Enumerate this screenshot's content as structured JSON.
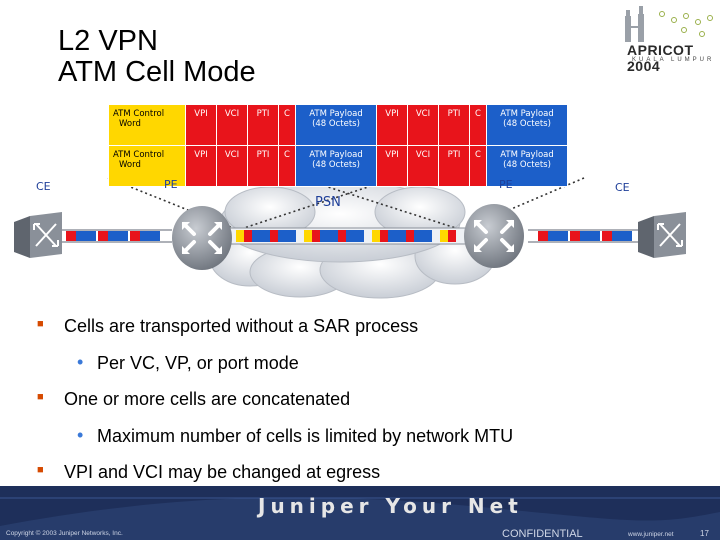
{
  "slide": {
    "title_line1": "L2 VPN",
    "title_line2": "ATM Cell Mode"
  },
  "logo": {
    "name": "APRICOT 2004",
    "sub": "KUALA LUMPUR"
  },
  "cell_rows": [
    {
      "control_word": [
        "ATM Control",
        "Word"
      ],
      "cells": [
        {
          "vpi": "VPI",
          "vci": "VCI",
          "pti": "PTI",
          "c": "C",
          "payload": [
            "ATM Payload",
            "(48 Octets)"
          ]
        },
        {
          "vpi": "VPI",
          "vci": "VCI",
          "pti": "PTI",
          "c": "C",
          "payload": [
            "ATM Payload",
            "(48 Octets)"
          ]
        }
      ]
    },
    {
      "control_word": [
        "ATM Control",
        "Word"
      ],
      "cells": [
        {
          "vpi": "VPI",
          "vci": "VCI",
          "pti": "PTI",
          "c": "C",
          "payload": [
            "ATM Payload",
            "(48 Octets)"
          ]
        },
        {
          "vpi": "VPI",
          "vci": "VCI",
          "pti": "PTI",
          "c": "C",
          "payload": [
            "ATM Payload",
            "(48 Octets)"
          ]
        }
      ]
    }
  ],
  "diagram": {
    "ce_left": "CE",
    "pe_left": "PE",
    "psn": "PSN",
    "pe_right": "PE",
    "ce_right": "CE"
  },
  "bullets": [
    {
      "text": "Cells are transported without a SAR process",
      "sub": "Per VC, VP, or port mode"
    },
    {
      "text": "One or more cells are concatenated",
      "sub": "Maximum number of cells is limited by network MTU"
    },
    {
      "text": "VPI and VCI may be changed at egress"
    }
  ],
  "footer": {
    "brand": "Juniper Your Net",
    "copyright": "Copyright © 2003 Juniper Networks, Inc.",
    "confidential": "CONFIDENTIAL",
    "url": "www.juniper.net",
    "page": "17"
  },
  "colors": {
    "control_word": "#ffd700",
    "header_fields": "#e8141b",
    "payload": "#1c5fc9",
    "labels": "#1f3f99",
    "footer": "#1e2f5a"
  }
}
